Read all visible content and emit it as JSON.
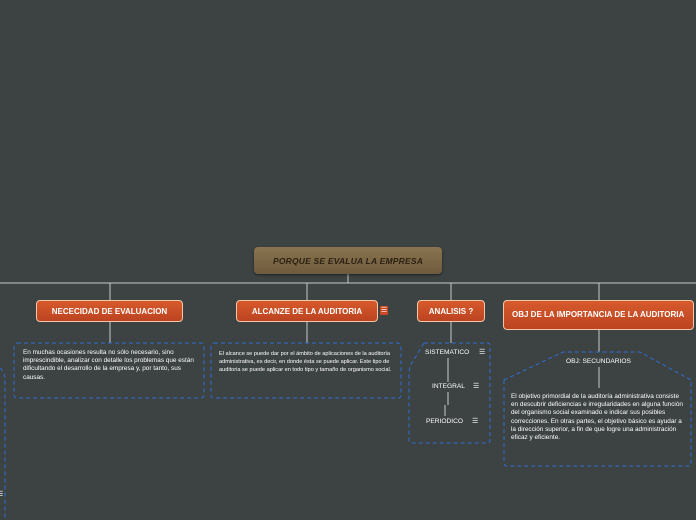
{
  "root": {
    "title": "PORQUE SE EVALUA LA EMPRESA"
  },
  "topics": [
    {
      "label": "NECECIDAD DE EVALUACION",
      "note": "En muchas ocasiones resulta no sólo necesario, sino imprescindible, analizar con detalle los problemas que están dificultando el desarrollo de la empresa y, por tanto, sus causas."
    },
    {
      "label": "ALCANZE DE LA AUDITORIA",
      "note": "El alcance se puede dar por el ámbito de aplicaciones de la auditoría administrativa, es decir, en donde ésta se puede aplicar. Este tipo de auditoria se puede aplicar en todo tipo y tamaño de organismo social."
    },
    {
      "label": "ANALISIS ?",
      "children": [
        "SISTEMATICO",
        "INTEGRAL",
        "PERIODICO"
      ]
    },
    {
      "label": "OBJ DE LA IMPORTANCIA DE LA AUDITORIA",
      "child": "OBJ: SECUNDARIOS",
      "note": "El objetivo primordial de la auditoría administrativa consiste en descubrir deficiencias e irregularidades en alguna función del organismo social examinado e indicar sus posibles correcciones. En otras partes, el objetivo básico es ayudar a la dirección superior, a fin de que logre una administración eficaz y eficiente."
    }
  ],
  "icons": {
    "note": "note-icon",
    "menu": "hamburger-icon"
  },
  "colors": {
    "background": "#3d4243",
    "root": "#7b6545",
    "topic": "#c94a22",
    "dashed_border": "#2f6fd0"
  }
}
